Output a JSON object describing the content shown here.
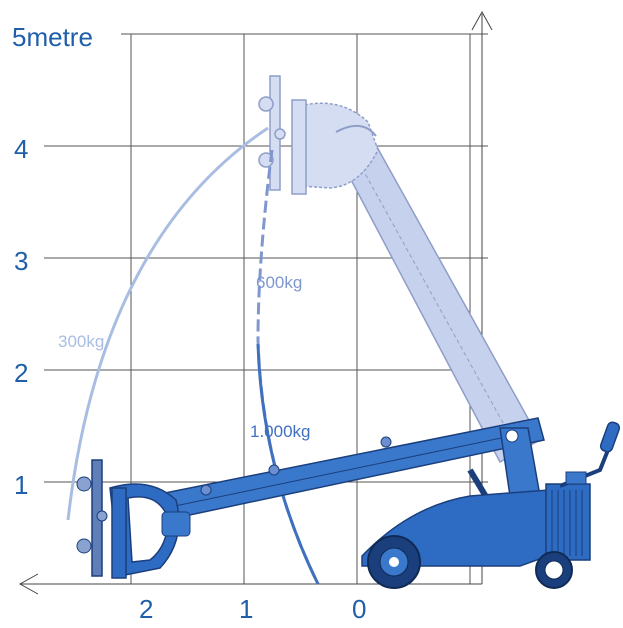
{
  "colors": {
    "label": "#1f5ea8",
    "grid": "#555555",
    "machine_main": "#2e6cc4",
    "machine_dark": "#1b3f7c",
    "machine_ghost": "#b9c6ea",
    "ghost_outline": "#8f9ec9",
    "curve_300": "#a9bde3",
    "curve_600": "#7f97cf",
    "curve_1000": "#3f71bf"
  },
  "y_axis": {
    "unit_label": "5metre",
    "ticks": [
      "4",
      "3",
      "2",
      "1"
    ]
  },
  "x_axis": {
    "ticks": [
      "2",
      "1",
      "0"
    ]
  },
  "capacities": [
    {
      "label": "300kg",
      "color": "#a9bde3"
    },
    {
      "label": "600kg",
      "color": "#7f97cf"
    },
    {
      "label": "1.000kg",
      "color": "#3f71bf"
    }
  ],
  "icons": [
    "arrow-up-icon",
    "arrow-left-icon",
    "lift-machine-icon"
  ]
}
